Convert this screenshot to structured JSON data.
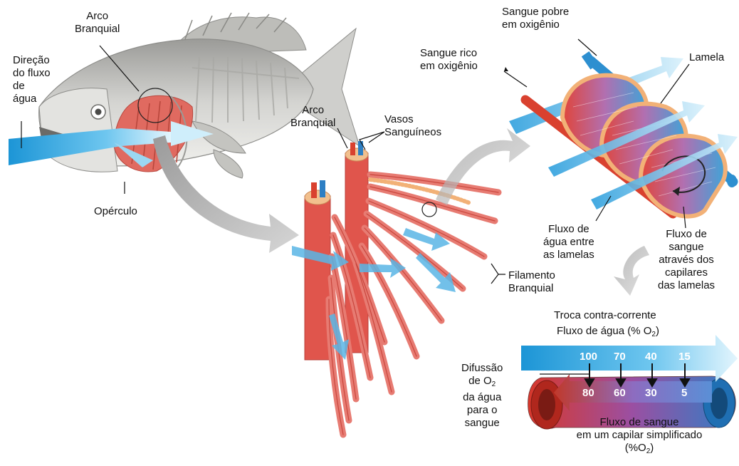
{
  "labels": {
    "arco_branquial_fish": [
      "Arco",
      "Branquial"
    ],
    "direcao_fluxo": [
      "Direção",
      "do fluxo",
      "de",
      "água"
    ],
    "operculo": "Opérculo",
    "arco_branquial_gill": [
      "Arco",
      "Branquial"
    ],
    "vasos": [
      "Vasos",
      "Sanguíneos"
    ],
    "filamento": [
      "Filamento",
      "Branquial"
    ],
    "sangue_pobre": [
      "Sangue pobre",
      "em oxigênio"
    ],
    "sangue_rico": [
      "Sangue rico",
      "em oxigênio"
    ],
    "lamela": "Lamela",
    "fluxo_agua_lamelas": [
      "Fluxo de",
      "água entre",
      "as lamelas"
    ],
    "fluxo_sangue_capilares": [
      "Fluxo de",
      "sangue",
      "através dos",
      "capilares",
      "das lamelas"
    ],
    "troca_title": "Troca contra-corrente",
    "fluxo_agua_o2_prefix": "Fluxo de água (% O",
    "fluxo_agua_o2_sub": "2",
    "fluxo_agua_o2_suffix": ")",
    "difusao": {
      "line1": "Difussão",
      "line2_prefix": "de O",
      "line2_sub": "2",
      "line3": "da água",
      "line4": "para o",
      "line5": "sangue"
    },
    "fluxo_sangue_capilar": {
      "line1": "Fluxo de sangue",
      "line2": "em um capilar simplificado",
      "line3_prefix": "(%O",
      "line3_sub": "2",
      "line3_suffix": ")"
    }
  },
  "water_values": [
    "100",
    "70",
    "40",
    "15"
  ],
  "blood_values": [
    "80",
    "60",
    "30",
    "5"
  ],
  "colors": {
    "water": "#1f9fd8",
    "water_light": "#bfe6f7",
    "blood_red": "#d9412f",
    "blood_blue": "#2d7fc4",
    "muscle": "#e7756b",
    "lamella_edge": "#f2b177",
    "fish_body": "#d9d9d6"
  }
}
